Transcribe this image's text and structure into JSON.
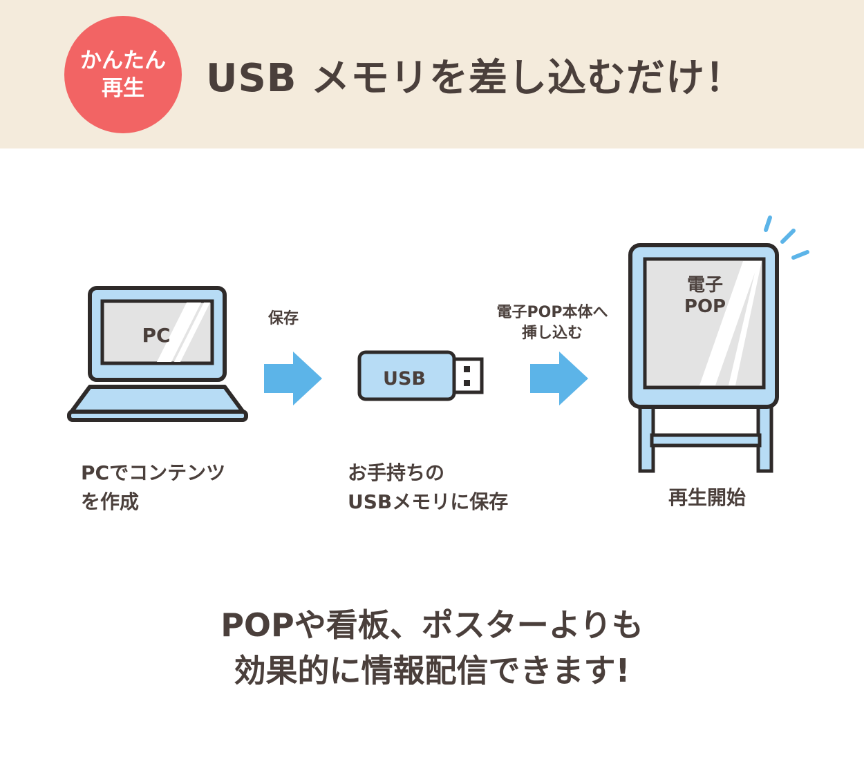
{
  "header": {
    "badge_line1": "かんたん",
    "badge_line2": "再生",
    "title": "USB メモリを差し込むだけ！"
  },
  "steps": {
    "pc": {
      "screen_label": "PC",
      "caption_line1": "PCでコンテンツ",
      "caption_line2": "を作成"
    },
    "arrow1": {
      "label": "保存"
    },
    "usb": {
      "device_label": "USB",
      "caption_line1": "お手持ちの",
      "caption_line2": "USBメモリに保存"
    },
    "arrow2": {
      "label_line1": "電子POP本体へ",
      "label_line2": "挿し込む"
    },
    "pop": {
      "screen_line1": "電子",
      "screen_line2": "POP",
      "caption": "再生開始"
    }
  },
  "footer": {
    "line1": "POPや看板、ポスターよりも",
    "line2": "効果的に情報配信できます!"
  },
  "colors": {
    "header_bg": "#f4ebdc",
    "badge_red": "#f26464",
    "device_blue": "#b7dcf5",
    "arrow_blue": "#5cb4e8",
    "outline": "#2e2a29",
    "text": "#4a3f3b"
  }
}
